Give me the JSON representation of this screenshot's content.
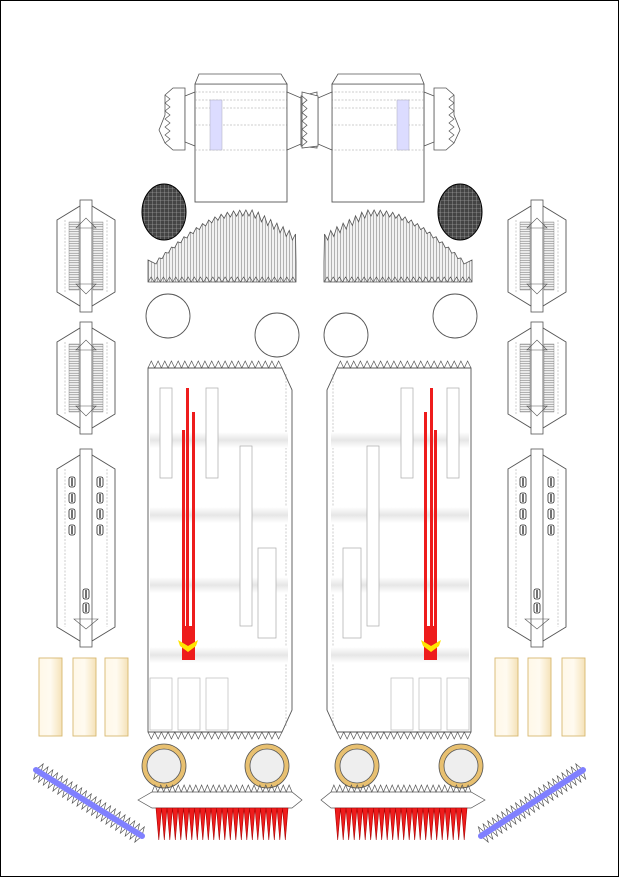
{
  "sheet": {
    "name": "papercraft-template-sheet",
    "colors": {
      "border": "#000000",
      "line": "#555555",
      "fold_line": "#9a9a9a",
      "red": "#ee1c1c",
      "yellow": "#ffe400",
      "blue": "#8080ff",
      "light_blue": "#dcdcff",
      "cream": "#fff3d8",
      "cream_edge": "#d8b870",
      "ring_gold": "#e8c070",
      "ring_fill": "#eeeeee",
      "dark_grid": "#333333",
      "ribbed": "#dddddd"
    },
    "parts": [
      {
        "id": "head-piece",
        "count": 2
      },
      {
        "id": "dark-grid-oval",
        "count": 2
      },
      {
        "id": "ribbed-fan",
        "count": 2
      },
      {
        "id": "circle-disc",
        "count": 4
      },
      {
        "id": "ribbed-capsule",
        "count": 4
      },
      {
        "id": "button-capsule",
        "count": 2
      },
      {
        "id": "main-body-panel",
        "count": 2
      },
      {
        "id": "cream-strip",
        "count": 6
      },
      {
        "id": "gold-ring",
        "count": 4
      },
      {
        "id": "blue-zigzag-rod",
        "count": 2
      },
      {
        "id": "red-teeth-strip",
        "count": 2
      }
    ]
  }
}
